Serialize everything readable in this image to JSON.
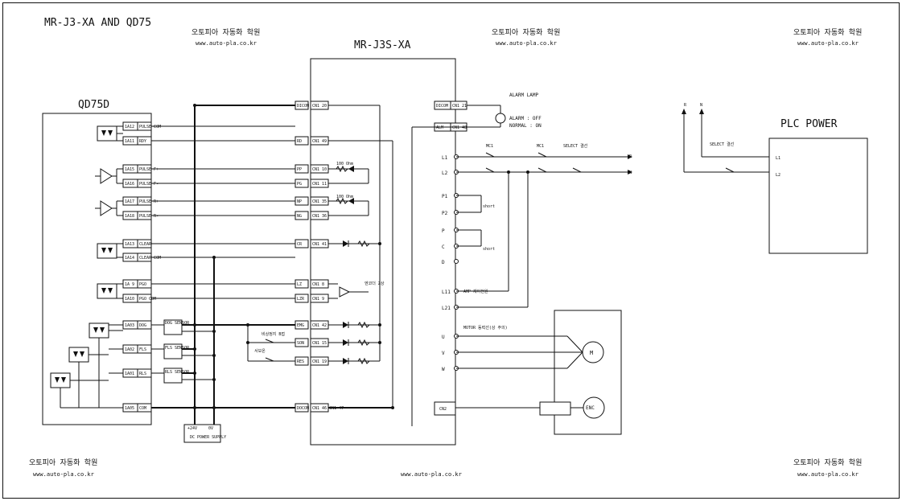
{
  "title": "MR-J3-XA  AND QD75",
  "watermark": {
    "academy": "오토피아 자동화 학원",
    "url": "www.auto-pla.co.kr"
  },
  "qd75": {
    "title": "QD75D",
    "pins": [
      "1A12",
      "1A11",
      "1A15",
      "1A16",
      "1A17",
      "1A18",
      "1A13",
      "1A14",
      "1A 9",
      "1A10",
      "1A03",
      "1A02",
      "1A01",
      "1A05"
    ],
    "signals": [
      "PULSE COM",
      "RDY",
      "PULSE F+",
      "PULSE F-",
      "PULSE R+",
      "PULSE R-",
      "CLEAR",
      "CLEAR COM",
      "PGO",
      "PGO COM",
      "DOG",
      "FLS",
      "RLS",
      "COM"
    ]
  },
  "servo": {
    "title": "MR-J3S-XA",
    "left_terms": [
      "DICOM",
      "RD",
      "PP",
      "PG",
      "NP",
      "NG",
      "CR",
      "LZ",
      "LZR",
      "EMG",
      "SON",
      "RES",
      "DOCOM"
    ],
    "left_pins": [
      "CN1 20",
      "CN1 49",
      "CN1 10",
      "CN1 11",
      "CN1 35",
      "CN1 36",
      "CN1 41",
      "CN1 8",
      "CN1 9",
      "CN1 42",
      "CN1 15",
      "CN1 19",
      "CN1 46 CN1 47"
    ],
    "right_terms": [
      "DICOM",
      "ALM",
      "L1",
      "L2",
      "P1",
      "P2",
      "P",
      "C",
      "D",
      "L11",
      "L21",
      "U",
      "V",
      "W",
      "CN2"
    ],
    "right_pins": [
      "CN1 21",
      "CN1 48"
    ]
  },
  "labels": {
    "alarm_lamp": "ALARM LAMP",
    "alarm_off": "ALARM : OFF",
    "normal_on": "NORMAL : ON",
    "mc1": "MC1",
    "select_bind": "SELECT 결선",
    "r": "R",
    "n": "N",
    "short": "short",
    "r_ohm": "100 Ohm",
    "dc_supply": "DC POWER SUPPLY",
    "dc_plus": "+24V",
    "dc_zero": "0V",
    "sensor_1": "DOG SENSOR",
    "sensor_2": "FLS SENSOR",
    "sensor_3": "RLS SENSOR",
    "motor_note": "MOTOR 동력선(상 주의)",
    "ampin": "AMP 제어전원",
    "encoder_note": "엔코더 Z상",
    "emg_note": "비상정지 B접",
    "son_note": "서보온",
    "motor": "M",
    "encoder": "ENC"
  },
  "plc": {
    "title": "PLC POWER",
    "r": "R",
    "n": "N",
    "select": "SELECT 결선",
    "l1": "L1",
    "l2": "L2"
  }
}
